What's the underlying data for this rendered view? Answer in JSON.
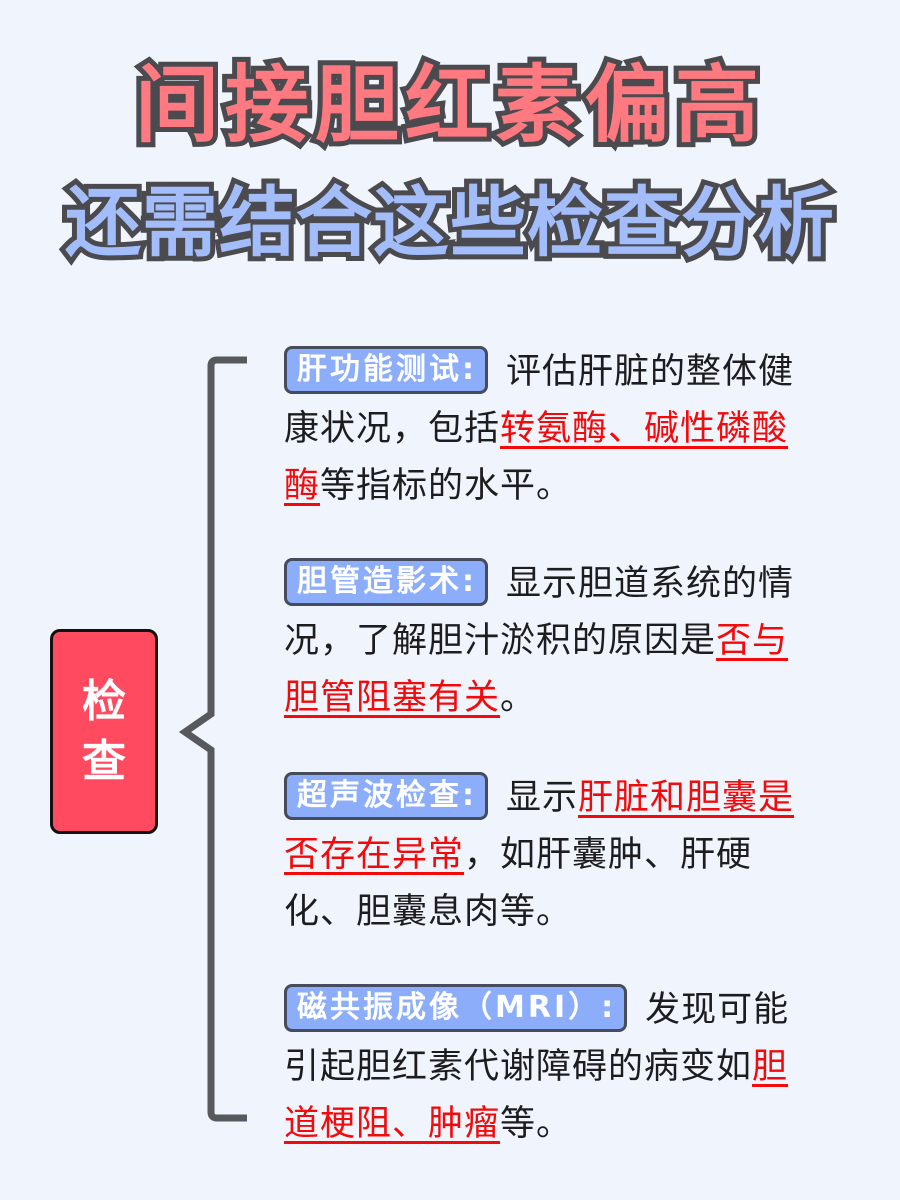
{
  "title": {
    "line1": "间接胆红素偏高",
    "line2": "还需结合这些检查分析",
    "line1_color": "#ff7a80",
    "line2_color": "#a3bdfb"
  },
  "center": {
    "char1": "检",
    "char2": "查",
    "color": "#ff4a5f"
  },
  "items": [
    {
      "label": "肝功能测试:",
      "segments": [
        {
          "text": "评估肝脏的整体健康状况，包括",
          "highlight": false
        },
        {
          "text": "转氨酶、碱性磷酸酶",
          "highlight": true
        },
        {
          "text": "等指标的水平。",
          "highlight": false
        }
      ]
    },
    {
      "label": "胆管造影术:",
      "segments": [
        {
          "text": "显示胆道系统的情况，了解胆汁淤积的原因是",
          "highlight": false
        },
        {
          "text": "否与胆管阻塞有关",
          "highlight": true
        },
        {
          "text": "。",
          "highlight": false
        }
      ]
    },
    {
      "label": "超声波检查:",
      "segments": [
        {
          "text": "显示",
          "highlight": false
        },
        {
          "text": "肝脏和胆囊是否存在异常",
          "highlight": true
        },
        {
          "text": "，如肝囊肿、肝硬化、胆囊息肉等。",
          "highlight": false
        }
      ]
    },
    {
      "label": "磁共振成像（MRI）:",
      "segments": [
        {
          "text": "发现可能引起胆红素代谢障碍的病变如",
          "highlight": false
        },
        {
          "text": "胆道梗阻、肿瘤",
          "highlight": true
        },
        {
          "text": "等。",
          "highlight": false
        }
      ]
    }
  ],
  "colors": {
    "background": "#eff4fd",
    "label_bg": "#8caefa",
    "highlight": "#f30a0a",
    "brace": "#58595d"
  }
}
